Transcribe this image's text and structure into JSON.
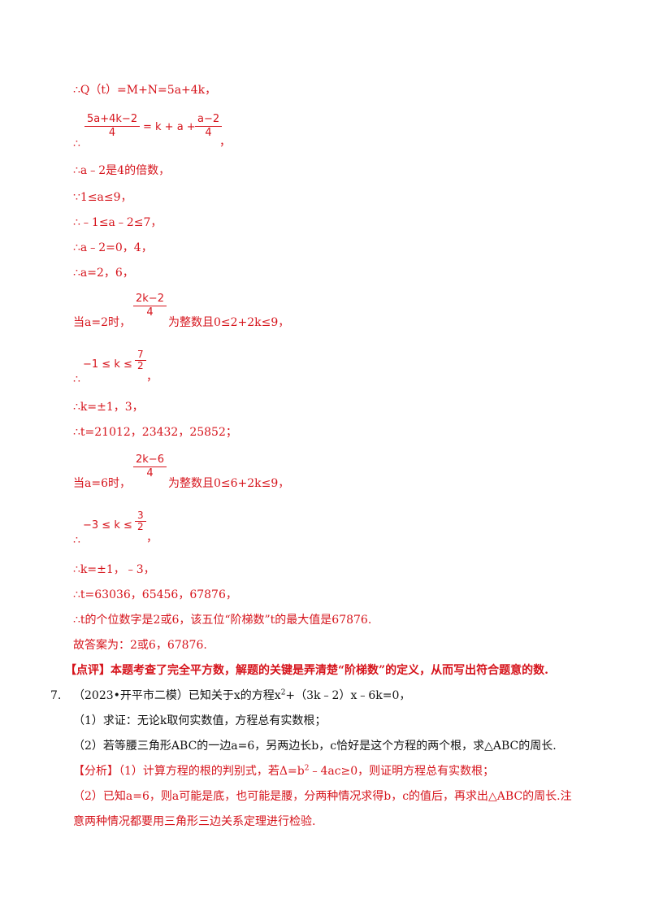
{
  "solution": {
    "l1": "∴Q（t）=M+N=5a+4k，",
    "l2_therefore": "∴",
    "l2_frac_num": "5a+4k−2",
    "l2_frac_den": "4",
    "l2_eq": "= k + a +",
    "l2_frac2_num": "a−2",
    "l2_frac2_den": "4",
    "l2_end": "，",
    "l3": "∴a﹣2是4的倍数，",
    "l4": "∵1≤a≤9，",
    "l5": "∴﹣1≤a﹣2≤7，",
    "l6": "∴a﹣2=0，4，",
    "l7": "∴a=2，6，",
    "l8_pre": "当a=2时，",
    "l8_frac_num": "2k−2",
    "l8_frac_den": "4",
    "l8_post": "为整数且0≤2+2k≤9，",
    "l9_therefore": "∴",
    "l9_expr": "−1 ≤ k ≤",
    "l9_frac_num": "7",
    "l9_frac_den": "2",
    "l9_end": "，",
    "l10": "∴k=±1，3，",
    "l11": "∴t=21012，23432，25852；",
    "l12_pre": "当a=6时，",
    "l12_frac_num": "2k−6",
    "l12_frac_den": "4",
    "l12_post": "为整数且0≤6+2k≤9，",
    "l13_therefore": "∴",
    "l13_expr": "−3 ≤ k ≤",
    "l13_frac_num": "3",
    "l13_frac_den": "2",
    "l13_end": "，",
    "l14": "∴k=±1，﹣3，",
    "l15": "∴t=63036，65456，67876，",
    "l16": "∴t的个位数字是2或6，该五位“阶梯数”t的最大值是67876.",
    "l17": "故答案为：2或6，67876."
  },
  "comment": "【点评】本题考查了完全平方数，解题的关键是弄清楚“阶梯数”的定义，从而写出符合题意的数.",
  "problem7": {
    "number": "7.",
    "stem_a": "（2023•开平市二模）已知关于x的方程x",
    "stem_sup": "2",
    "stem_b": "+（3k﹣2）x﹣6k=0，",
    "q1": "（1）求证：无论k取何实数值，方程总有实数根；",
    "q2": "（2）若等腰三角形ABC的一边a=6，另两边长b，c恰好是这个方程的两个根，求△ABC的周长."
  },
  "analysis": {
    "a1_a": "【分析】（1）计算方程的根的判别式，若Δ=b",
    "a1_sup": "2",
    "a1_b": "﹣4ac≥0，则证明方程总有实数根；",
    "a2": "（2）已知a=6，则a可能是底，也可能是腰，分两种情况求得b，c的值后，再求出△ABC的周长.注",
    "a3": "意两种情况都要用三角形三边关系定理进行检验."
  }
}
